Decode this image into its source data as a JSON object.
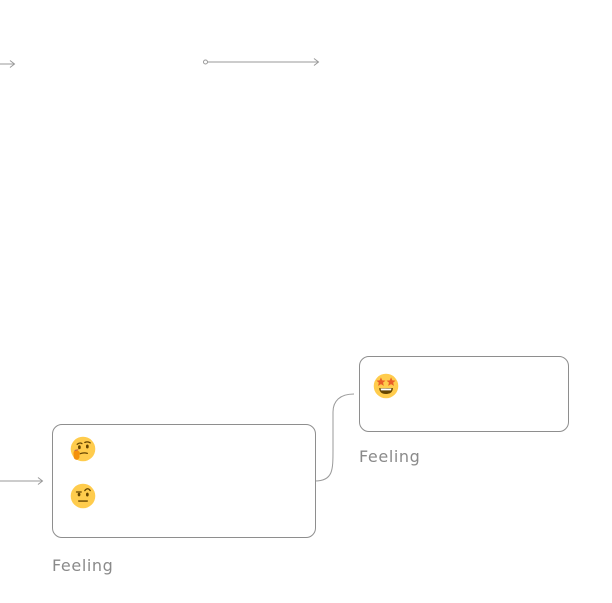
{
  "nodes": [
    {
      "id": "left-card",
      "caption": "Feeling",
      "emojis": [
        "thinking-face-emoji",
        "face-with-raised-eyebrow-emoji"
      ]
    },
    {
      "id": "right-card",
      "caption": "Feeling",
      "emojis": [
        "star-struck-emoji"
      ]
    }
  ],
  "colors": {
    "line": "#9a9a9a",
    "border": "#8e8e8e",
    "caption": "#8a8a8a",
    "emoji_face": "#FFCC4D",
    "emoji_feature": "#664500",
    "emoji_star": "#E95F28"
  }
}
